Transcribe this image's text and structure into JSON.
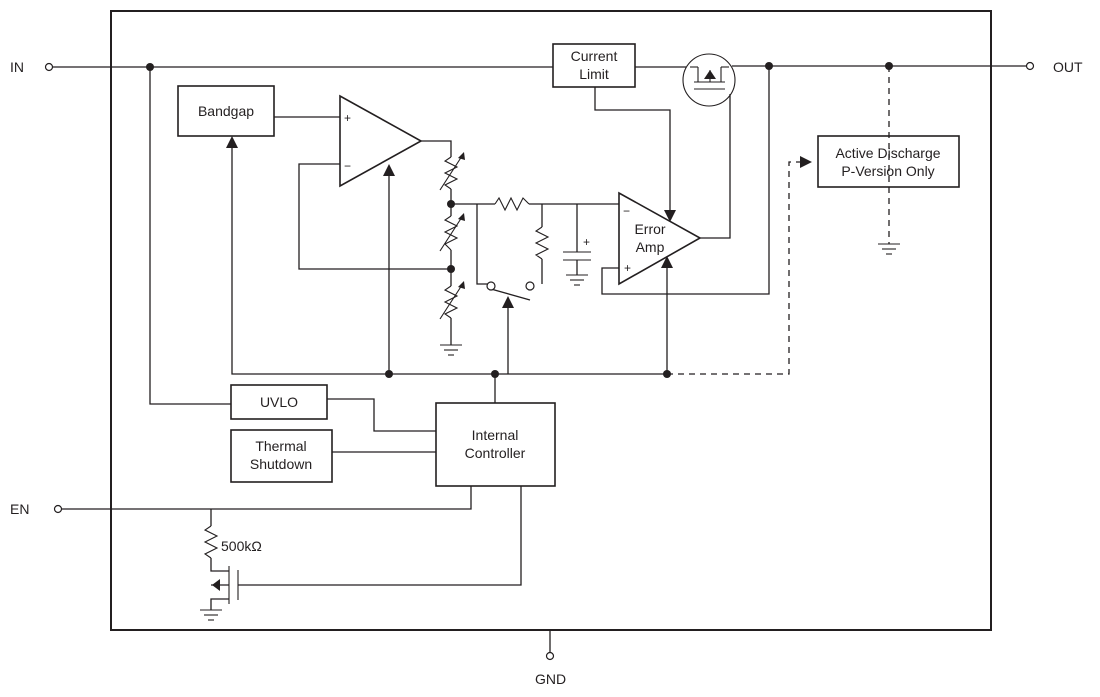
{
  "pins": {
    "in": "IN",
    "out": "OUT",
    "en": "EN",
    "gnd": "GND"
  },
  "blocks": {
    "current_limit": [
      "Current",
      "Limit"
    ],
    "bandgap": "Bandgap",
    "active_discharge": [
      "Active Discharge",
      "P-Version Only"
    ],
    "error_amp": [
      "Error",
      "Amp"
    ],
    "uvlo": "UVLO",
    "thermal_shutdown": [
      "Thermal",
      "Shutdown"
    ],
    "internal_controller": [
      "Internal",
      "Controller"
    ]
  },
  "components": {
    "pulldown_resistor": "500kΩ"
  },
  "signs": {
    "plus": "+",
    "minus": "−"
  }
}
